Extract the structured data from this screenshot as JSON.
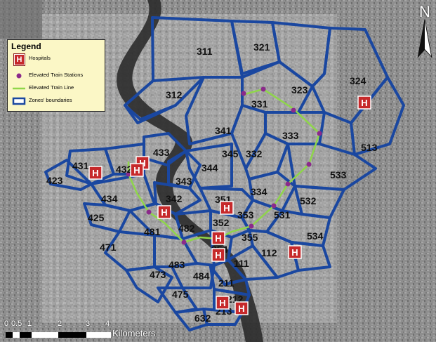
{
  "legend": {
    "title": "Legend",
    "items": [
      {
        "label": "Hospitals",
        "symbol": "H"
      },
      {
        "label": "Elevated Train Stations"
      },
      {
        "label": "Elevated Train Line"
      },
      {
        "label": "Zones' boundaries"
      }
    ]
  },
  "north": "N",
  "scale": {
    "ticks": [
      "0",
      "0.5",
      "1",
      "2",
      "3",
      "4"
    ],
    "units": "Kilometers"
  },
  "hospital_symbol": "H",
  "zones": [
    "311",
    "321",
    "312",
    "323",
    "331",
    "324",
    "333",
    "341",
    "345",
    "332",
    "513",
    "433",
    "431",
    "432",
    "423",
    "343",
    "344",
    "533",
    "334",
    "342",
    "532",
    "434",
    "351",
    "425",
    "353",
    "531",
    "352",
    "481",
    "482",
    "534",
    "355",
    "471",
    "112",
    "354",
    "111",
    "483",
    "473",
    "484",
    "211",
    "475",
    "212",
    "213",
    "632"
  ],
  "colors": {
    "zone_boundary": "#1a47a0",
    "train_line": "#8fd64a",
    "station": "#8b2a8b",
    "hospital": "#c6292b",
    "legend_bg": "#fbf7c6"
  }
}
